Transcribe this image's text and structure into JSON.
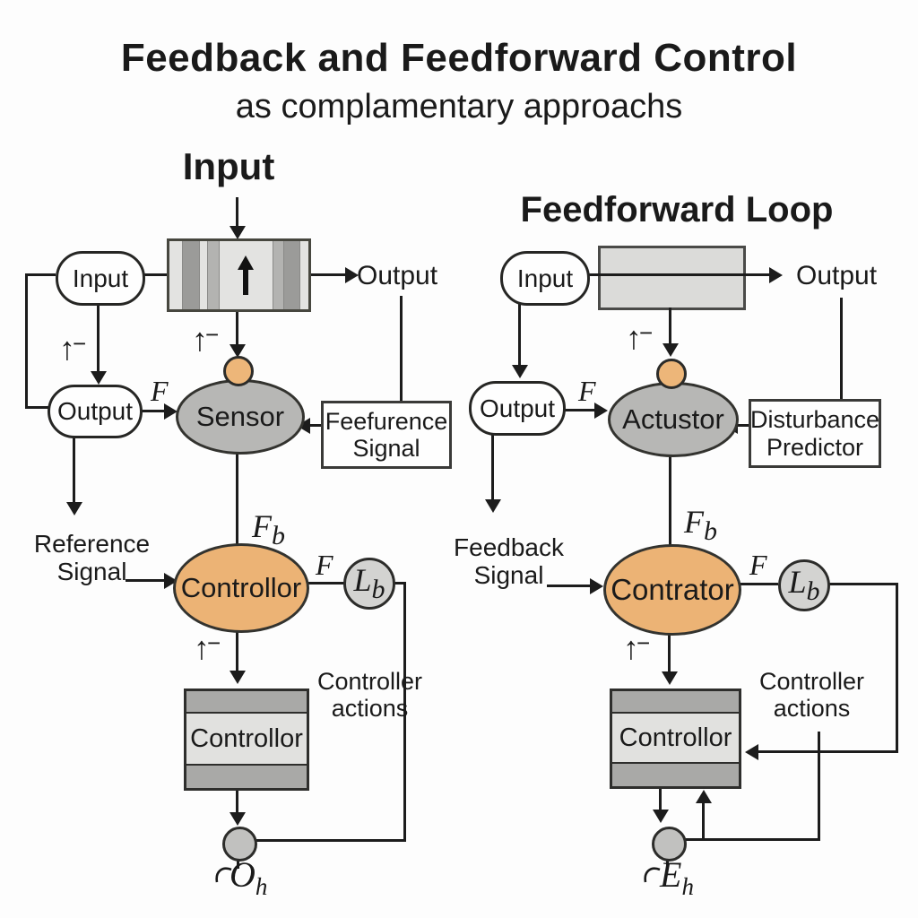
{
  "title": "Feedback and Feedforward Control",
  "subtitle": "as complamentary approachs",
  "glyphs": {
    "up_arrow": "↑",
    "minus": "−"
  },
  "colors": {
    "background": "#FDFDFD",
    "node_orange": "#ECB375",
    "node_gray": "#B7B7B5",
    "dot_orange": "#EDB679",
    "lb_circle_gray": "#D3D3D1",
    "sum_circle_gray": "#C1C1BF",
    "band_gray": "#A9A9A7",
    "band_light": "#E1E1DF",
    "line": "#1C1C1C"
  },
  "left": {
    "heading": "Input",
    "input_pill": "Input",
    "output_text": "Output",
    "output_pill": "Output",
    "f1": "F",
    "sensor": "Sensor",
    "ref_box_l1": "Feefurence",
    "ref_box_l2": "Signal",
    "fb_main": "F",
    "fb_sub": "b",
    "ref_sig_l1": "Reference",
    "ref_sig_l2": "Signal",
    "controller_ellipse": "Controllor",
    "f2": "F",
    "lb_main": "L",
    "lb_sub": "b",
    "ctrl_actions_l1": "Controller",
    "ctrl_actions_l2": "actions",
    "controller_box": "Controllor",
    "out_main": "O",
    "out_sub": "h"
  },
  "right": {
    "heading": "Feedforward Loop",
    "input_pill": "Input",
    "output_text": "Output",
    "output_pill": "Output",
    "f1": "F",
    "actuator": "Actustor",
    "dist_box_l1": "Disturbance",
    "dist_box_l2": "Predictor",
    "fb_main": "F",
    "fb_sub": "b",
    "feedback_l1": "Feedback",
    "feedback_l2": "Signal",
    "controller_ellipse": "Contrator",
    "f2": "F",
    "lb_main": "L",
    "lb_sub": "b",
    "ctrl_actions_l1": "Controller",
    "ctrl_actions_l2": "actions",
    "controller_box": "Controllor",
    "out_main": "E",
    "out_sub": "h"
  }
}
